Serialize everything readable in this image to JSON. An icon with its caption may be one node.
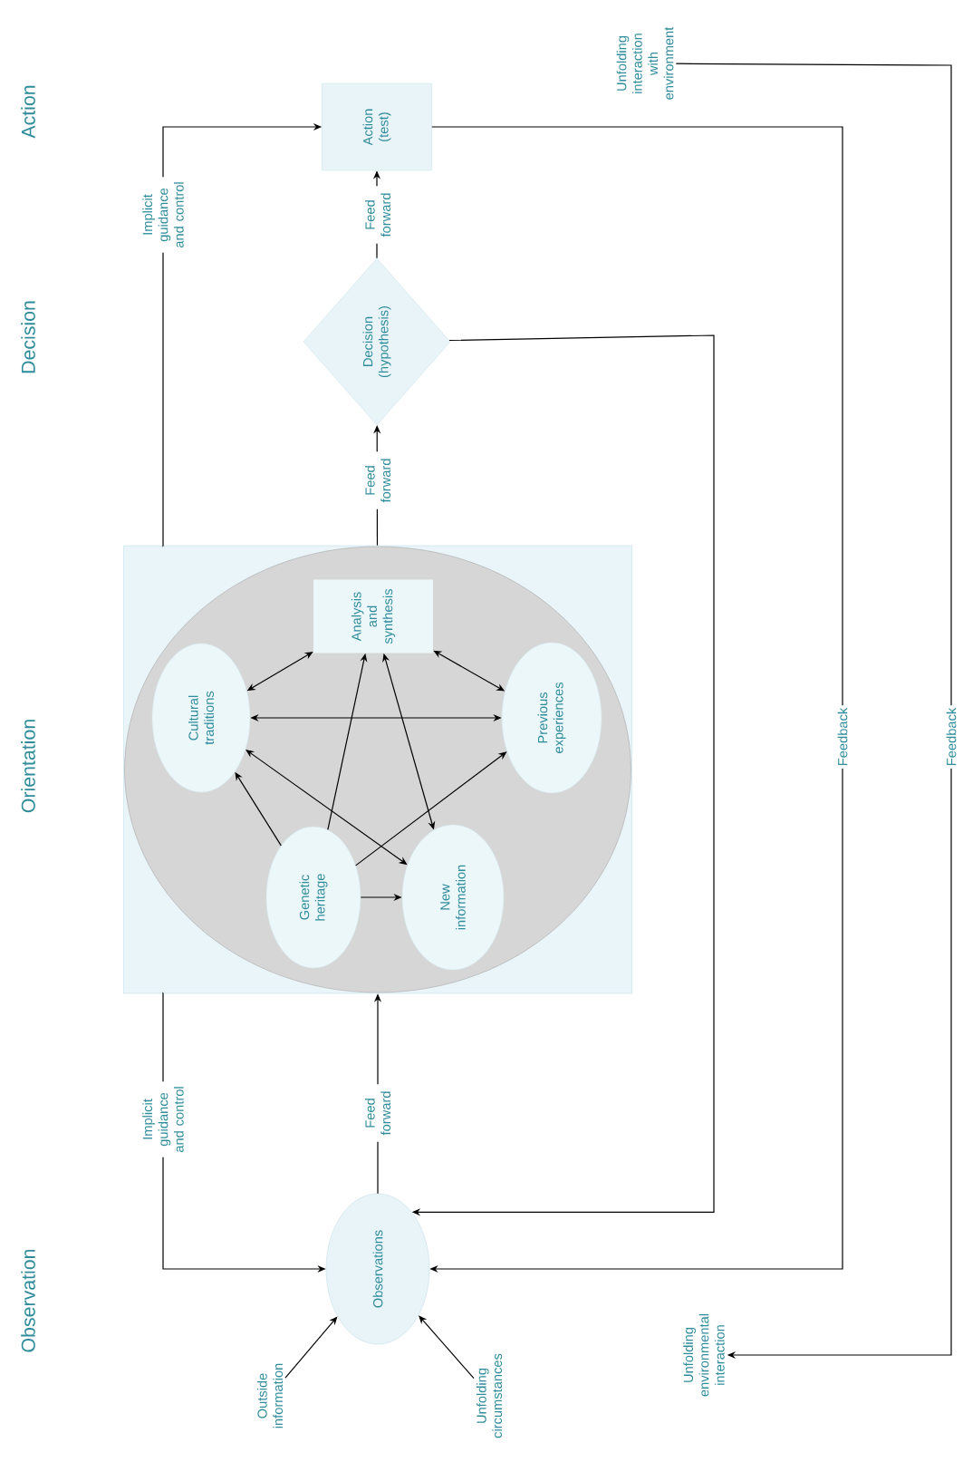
{
  "diagram": {
    "nodes": [
      {
        "text": [
          "Action (test)"
        ]
      },
      {
        "text": [
          "Decision (hypothesis)"
        ]
      },
      {
        "text": [],
        "shape": "box"
      },
      {
        "text": [
          "Analysis and synthesis"
        ],
        "in": 2
      },
      {
        "text": [
          "Cultural traditions"
        ],
        "in": 2
      },
      {
        "text": [
          "Previous experiences"
        ],
        "in": 2
      },
      {
        "text": [
          "Genetic heritage"
        ],
        "in": 2
      },
      {
        "text": [
          "New information"
        ],
        "in": 2
      },
      {
        "text": [
          "Observations"
        ]
      },
      {
        "text": [
          "Outside information"
        ]
      },
      {
        "text": [
          "Unfolding circumstances"
        ]
      },
      {
        "text": [
          "Unfolding interaction with environment"
        ]
      },
      {
        "text": [
          "Unfolding environmental interaction"
        ]
      }
    ],
    "edges": [
      {
        "from": 8,
        "to": 2,
        "arrow": "to",
        "label": "Feed forward"
      },
      {
        "from": 2,
        "to": 1,
        "arrow": "to",
        "label": "Feed forward"
      },
      {
        "from": 1,
        "to": 0,
        "arrow": "to",
        "label": "Feed forward"
      },
      {
        "from": 2,
        "to": 0,
        "arrow": "to",
        "label": "Implicit guidance and control"
      },
      {
        "from": 2,
        "to": 8,
        "arrow": "to",
        "label": "Implicit guidance and control"
      },
      {
        "from": 1,
        "to": 8,
        "arrow": "to"
      },
      {
        "from": 0,
        "to": 8,
        "arrow": "to",
        "label": "Feedback"
      },
      {
        "from": 11,
        "to": 12,
        "arrow": "to",
        "label": "Feedback"
      },
      {
        "from": 9,
        "to": 8,
        "arrow": "to"
      },
      {
        "from": 10,
        "to": 8,
        "arrow": "to"
      },
      {
        "from": 4,
        "to": 3,
        "arrow": "both"
      },
      {
        "from": 3,
        "to": 5,
        "arrow": "both"
      },
      {
        "from": 4,
        "to": 5,
        "arrow": "both"
      },
      {
        "from": 6,
        "to": 3,
        "arrow": "to"
      },
      {
        "from": 3,
        "to": 7,
        "arrow": "both"
      },
      {
        "from": 4,
        "to": 7,
        "arrow": "both"
      },
      {
        "from": 6,
        "to": 5,
        "arrow": "to"
      },
      {
        "from": 6,
        "to": 4,
        "arrow": "to"
      },
      {
        "from": 6,
        "to": 7,
        "arrow": "to"
      }
    ],
    "labels": [
      "Action",
      "Decision",
      "Orientation",
      "Observation"
    ]
  }
}
